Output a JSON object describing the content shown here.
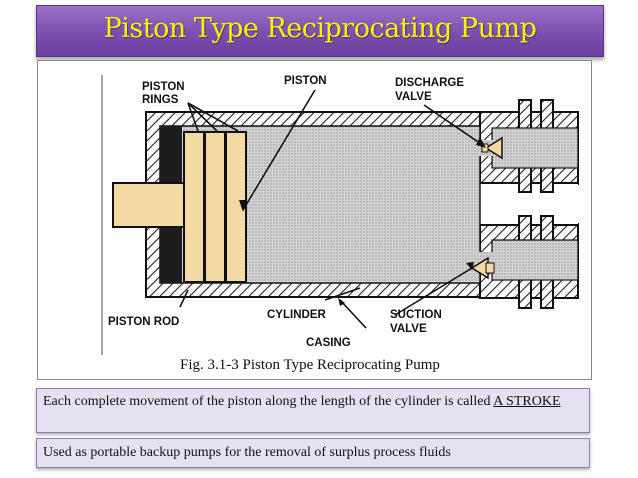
{
  "title": "Piston Type Reciprocating Pump",
  "labels": {
    "piston_rings": [
      "PISTON",
      "RINGS"
    ],
    "piston": "PISTON",
    "discharge_valve": [
      "DISCHARGE",
      "VALVE"
    ],
    "piston_rod": "PISTON ROD",
    "cylinder": "CYLINDER",
    "suction_valve": [
      "SUCTION",
      "VALVE"
    ],
    "casing": "CASING"
  },
  "caption": "Fig. 3.1-3 Piston Type Reciprocating Pump",
  "notes": {
    "stroke_text": "Each complete movement of the piston along the length of the cylinder is called ",
    "stroke_term": "A STROKE",
    "use_text": "Used as portable backup pumps for the removal of surplus process fluids"
  },
  "colors": {
    "title_bg": "#7a4fae",
    "title_text": "#fff200",
    "note_bg": "#e6e1f0",
    "ring_fill": "#f3d9a4",
    "fluid_fill": "#c9c9c9"
  }
}
